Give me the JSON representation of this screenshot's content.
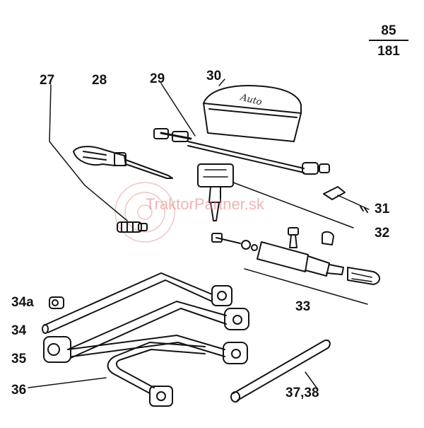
{
  "page": {
    "number_top": "85",
    "number_bottom": "181"
  },
  "watermark": {
    "text": "TraktorPartner.sk"
  },
  "box_print": {
    "text": "Auto"
  },
  "callouts": {
    "c27": "27",
    "c28": "28",
    "c29": "29",
    "c30": "30",
    "c31": "31",
    "c32": "32",
    "c33": "33",
    "c34a": "34a",
    "c34": "34",
    "c35": "35",
    "c36": "36",
    "c3738": "37,38"
  },
  "colors": {
    "ink": "#141414",
    "paper": "#ffffff",
    "watermark": "#e07878"
  }
}
